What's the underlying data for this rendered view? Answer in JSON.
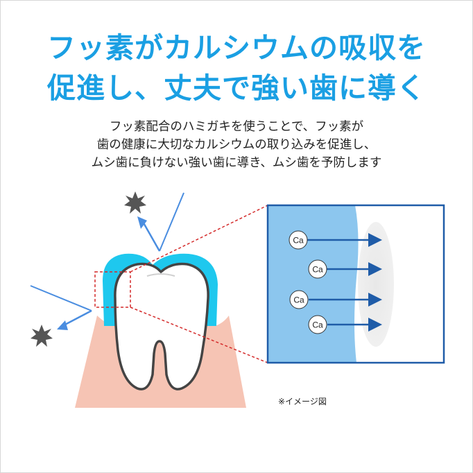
{
  "headline": {
    "line1": "フッ素がカルシウムの吸収を",
    "line2": "促進し、丈夫で強い歯に導く"
  },
  "description": {
    "line1": "フッ素配合のハミガキを使うことで、フッ素が",
    "line2": "歯の健康に大切なカルシウムの取り込みを促進し、",
    "line3": "ムシ歯に負けない強い歯に導き、ムシ歯を予防します"
  },
  "calcium_label": "Ca",
  "note": "※イメージ図",
  "colors": {
    "headline": "#1a9fe3",
    "enamel": "#1ec8ee",
    "gum": "#f6c4b4",
    "zoom_box_border": "#1f5ca8",
    "zoom_box_fill": "#8cc6ee",
    "arrow": "#1f5ca8",
    "ray": "#4a8de0",
    "callout_dashed": "#d42a2a",
    "germ": "#555555"
  }
}
